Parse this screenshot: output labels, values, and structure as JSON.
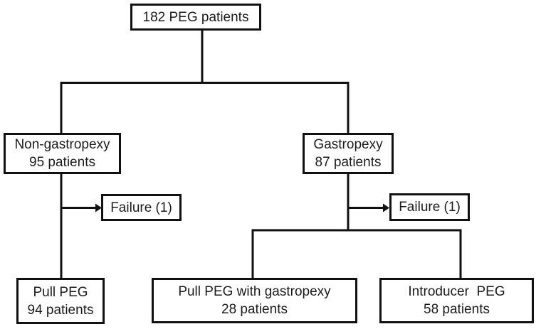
{
  "nodes": {
    "root": {
      "line1": "182 PEG patients"
    },
    "non_gastropexy": {
      "line1": "Non-gastropexy",
      "line2": "95 patients"
    },
    "gastropexy": {
      "line1": "Gastropexy",
      "line2": "87 patients"
    },
    "failure_non_gastropexy": {
      "line1": "Failure (1)"
    },
    "failure_gastropexy": {
      "line1": "Failure (1)"
    },
    "pull_peg": {
      "line1": "Pull PEG",
      "line2": "94 patients"
    },
    "pull_peg_with_gastropexy": {
      "line1": "Pull PEG with gastropexy",
      "line2": "28 patients"
    },
    "introducer_peg": {
      "line1": "Introducer  PEG",
      "line2": "58 patients"
    }
  },
  "colors": {
    "line": "#111111",
    "box_border": "#111111",
    "text": "#1c1c1c",
    "background": "#ffffff"
  }
}
